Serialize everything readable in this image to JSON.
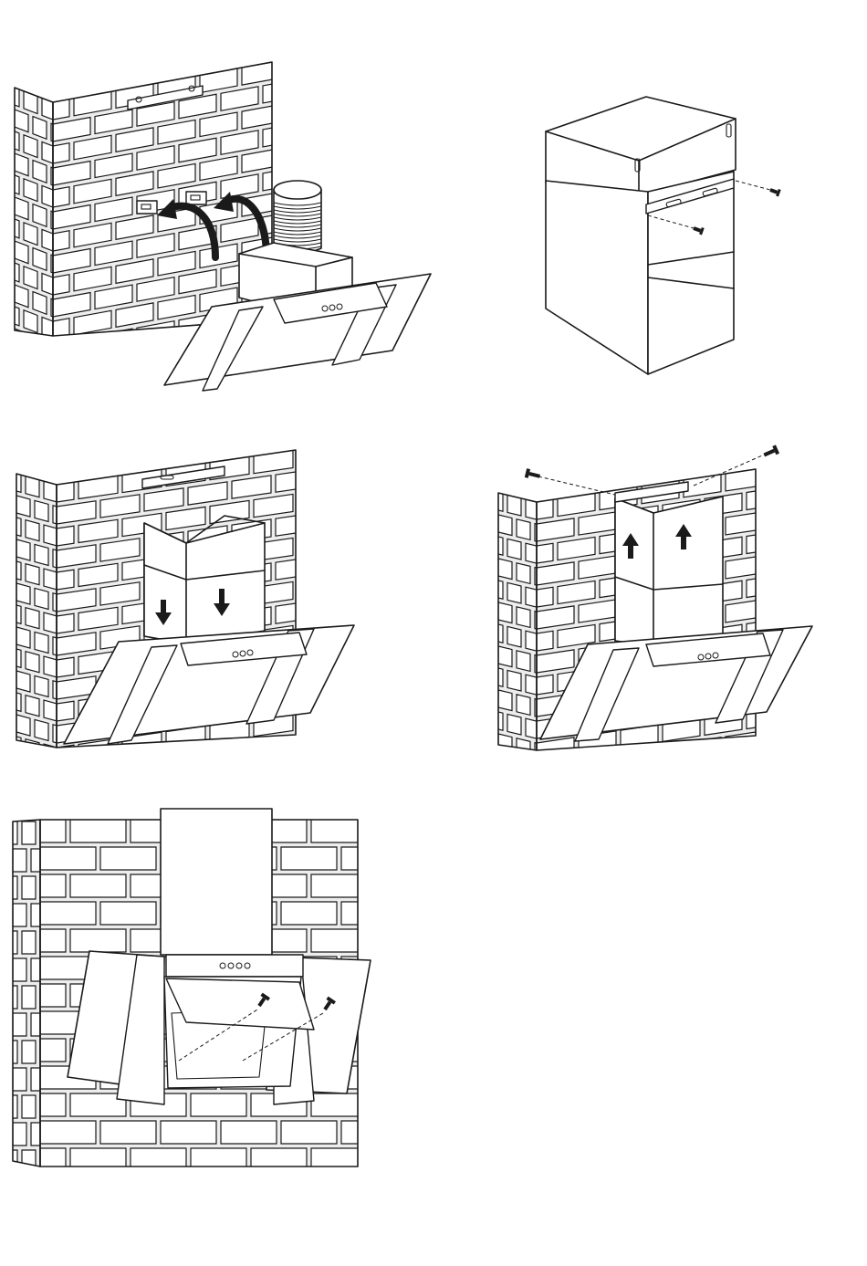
{
  "figure": {
    "steps": [
      {
        "id": 1,
        "content": "hood-mounting-brackets-with-flexible-exhaust-hose"
      },
      {
        "id": 2,
        "content": "telescopic-chimney-sections-with-bracket-and-screws"
      },
      {
        "id": 3,
        "content": "chimney-lowered-onto-hood"
      },
      {
        "id": 4,
        "content": "upper-chimney-raised-and-screwed-to-wall"
      },
      {
        "id": 5,
        "content": "filter-panel-opened-and-hood-secured-with-screws"
      }
    ],
    "colors": {
      "line": "#1a1a1a",
      "mortar": "#ededed",
      "paper": "#ffffff"
    },
    "icons": [
      "brick-wall-icon",
      "curved-arrow-icon",
      "down-arrow-icon",
      "up-arrow-icon",
      "screw-icon",
      "flexible-hose-icon"
    ]
  }
}
